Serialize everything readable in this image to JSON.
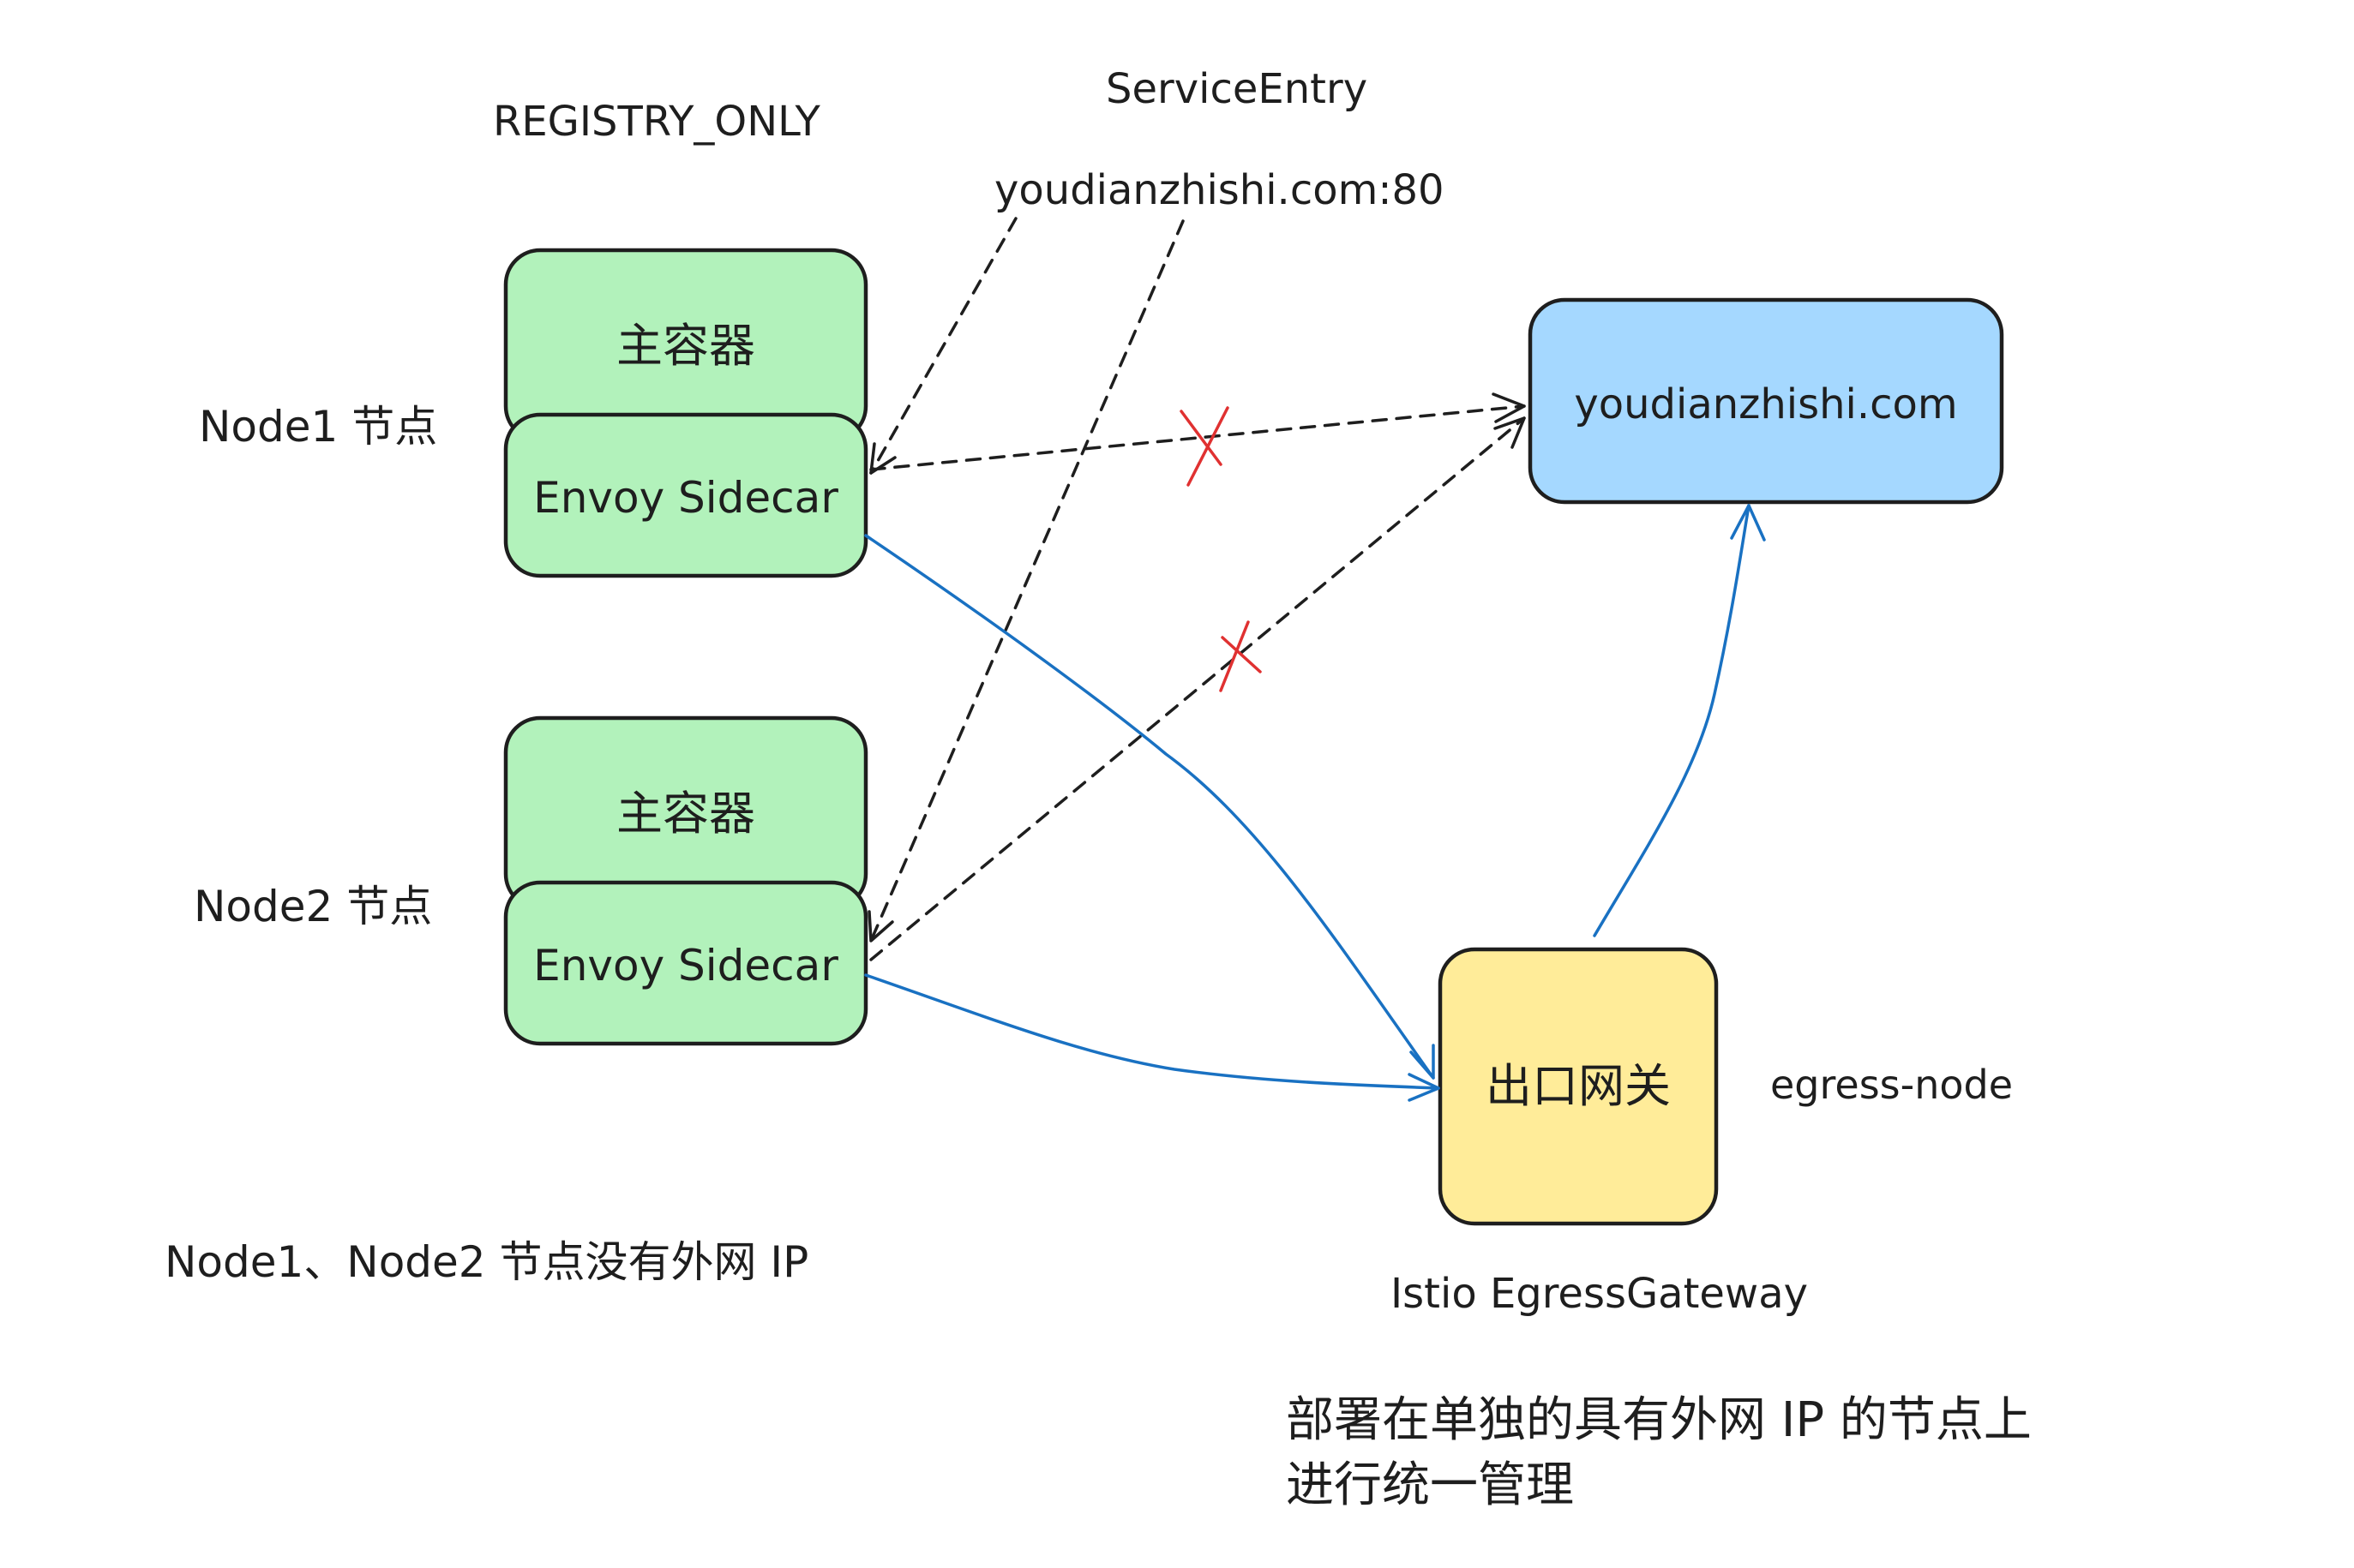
{
  "labels": {
    "registry_only": "REGISTRY_ONLY",
    "service_entry": "ServiceEntry",
    "service_entry_host": "youdianzhishi.com:80",
    "node1": "Node1 节点",
    "node2": "Node2 节点",
    "no_external_ip": "Node1、Node2 节点没有外网 IP",
    "egress_node": "egress-node",
    "istio_egress_gateway": "Istio EgressGateway",
    "deploy_line1": "部署在单独的具有外网 IP 的节点上",
    "deploy_line2": "进行统一管理"
  },
  "boxes": {
    "main_container_1": "主容器",
    "envoy_sidecar_1": "Envoy Sidecar",
    "main_container_2": "主容器",
    "envoy_sidecar_2": "Envoy Sidecar",
    "external_service": "youdianzhishi.com",
    "egress_gateway": "出口网关"
  },
  "colors": {
    "green": "#b2f2bb",
    "blue_box": "#a5d8ff",
    "yellow": "#ffec99",
    "blue_arrow": "#1971c2",
    "red_cross": "#e03131",
    "stroke": "#1e1e1e"
  }
}
